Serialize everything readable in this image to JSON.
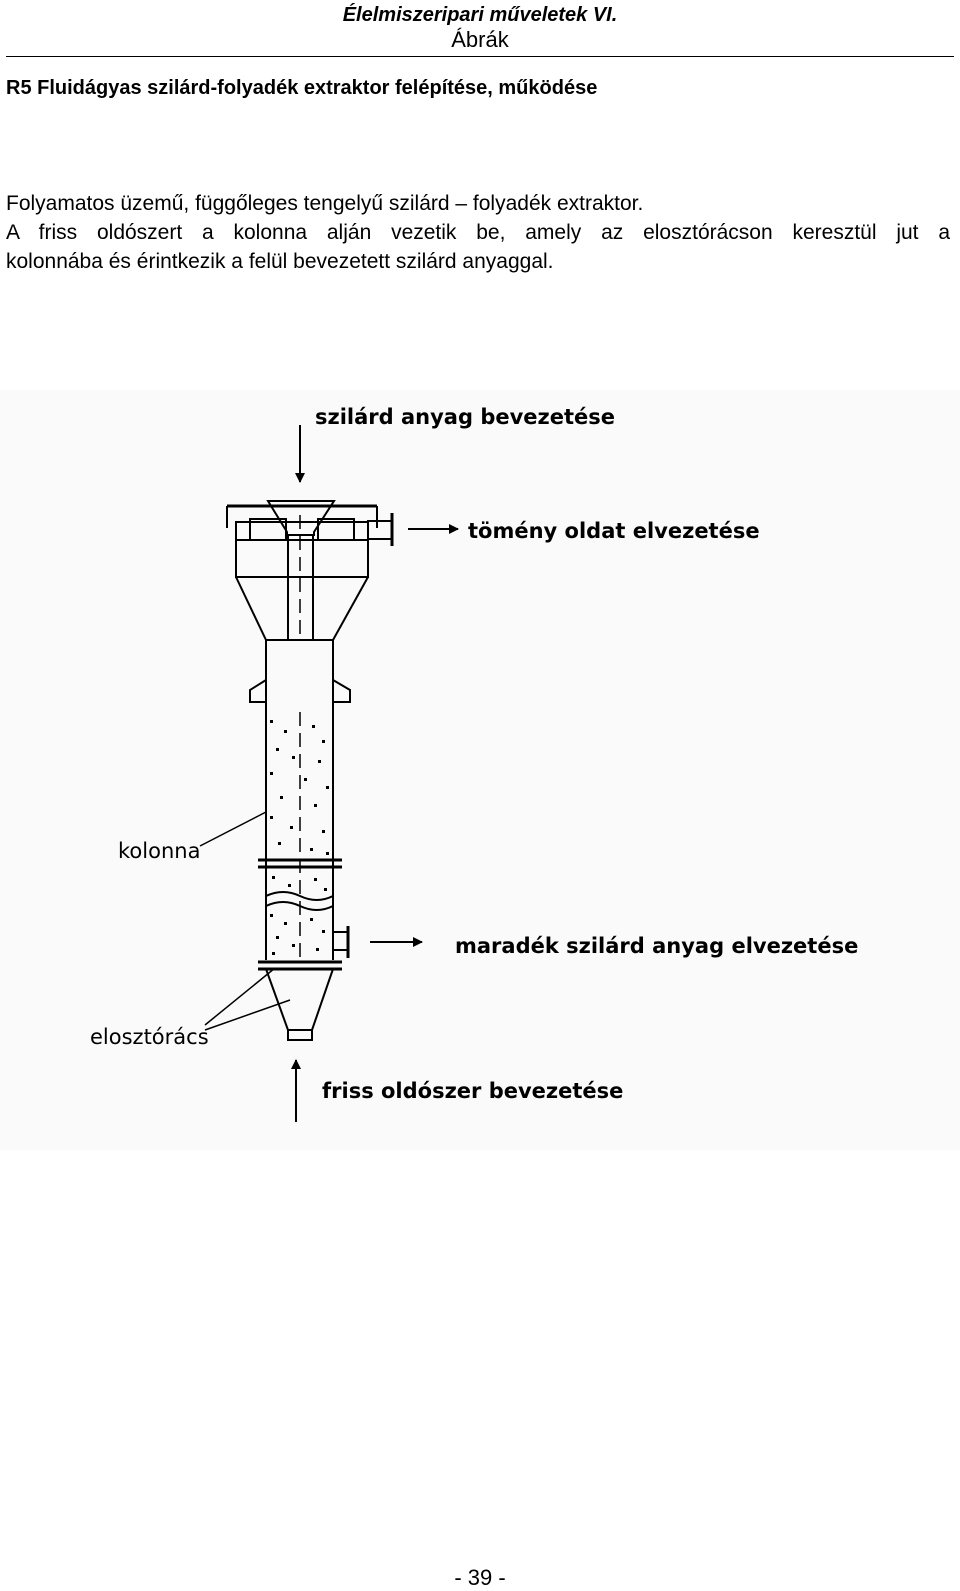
{
  "header": {
    "course": "Élelmiszeripari műveletek VI.",
    "section": "Ábrák"
  },
  "title": "R5 Fluidágyas szilárd-folyadék extraktor felépítése, működése",
  "paragraph": {
    "line1": "Folyamatos üzemű, függőleges tengelyű szilárd – folyadék extraktor.",
    "line2": "A friss oldószert a kolonna alján vezetik be, amely az elosztórácson keresztül jut a",
    "line3": "kolonnába és érintkezik a felül bevezetett szilárd anyaggal."
  },
  "figure": {
    "label_top": "szilárd anyag bevezetése",
    "label_conc": "tömény oldat elvezetése",
    "label_residue": "maradék szilárd anyag elvezetése",
    "label_fresh": "friss oldószer bevezetése",
    "label_column": "kolonna",
    "label_grid": "elosztórács"
  },
  "page_number": "- 39 -"
}
